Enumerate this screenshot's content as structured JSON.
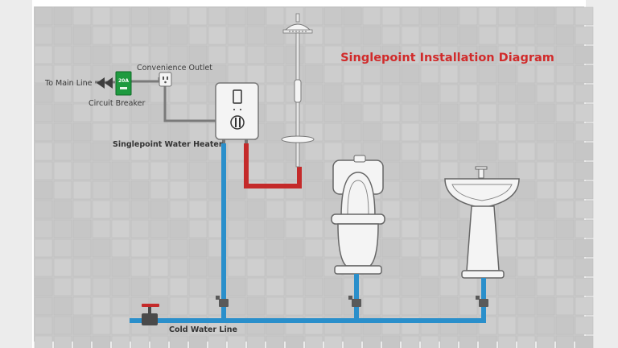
{
  "diagram": {
    "title": "Singlepoint Installation Diagram",
    "labels": {
      "convenience_outlet": "Convenience Outlet",
      "to_main_line": "To Main Line",
      "breaker_rating": "20A",
      "circuit_breaker": "Circuit Breaker",
      "water_heater": "Singlepoint Water Heater",
      "cold_water_line": "Cold Water Line"
    },
    "colors": {
      "cold_pipe": "#2a8fcb",
      "hot_pipe": "#c42a2a",
      "breaker": "#1e9a3f",
      "title": "#d12b2b",
      "background": "#c9c9c9"
    },
    "icons": [
      "shower-head-icon",
      "water-heater-icon",
      "toilet-icon",
      "sink-icon",
      "valve-icon",
      "outlet-icon",
      "breaker-icon"
    ]
  }
}
